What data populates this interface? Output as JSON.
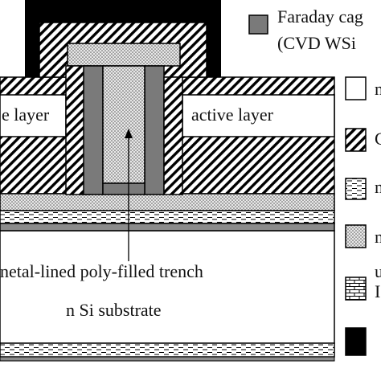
{
  "labels": {
    "faraday_cage_line1": "Faraday cag",
    "faraday_cage_line2": "(CVD WSi",
    "active_layer_left": "e layer",
    "active_layer_right": "active layer",
    "trench_label": "netal-lined poly-filled trench",
    "substrate_label": "n Si substrate"
  },
  "legend": [
    {
      "text": "n",
      "pattern": "white"
    },
    {
      "text": "C",
      "pattern": "diagonal-hatch"
    },
    {
      "text": "n",
      "pattern": "dashed-lines"
    },
    {
      "text": "n",
      "pattern": "dotted"
    },
    {
      "text": "u",
      "pattern": "brick"
    },
    {
      "text": "I",
      "pattern": "brick"
    },
    {
      "text": "",
      "pattern": "solid-black"
    }
  ],
  "colors": {
    "black": "#000000",
    "wsi_gray": "#7a7a7a",
    "poly_gray": "#8c8c8c",
    "hatch_line": "#000000",
    "background": "#ffffff"
  }
}
